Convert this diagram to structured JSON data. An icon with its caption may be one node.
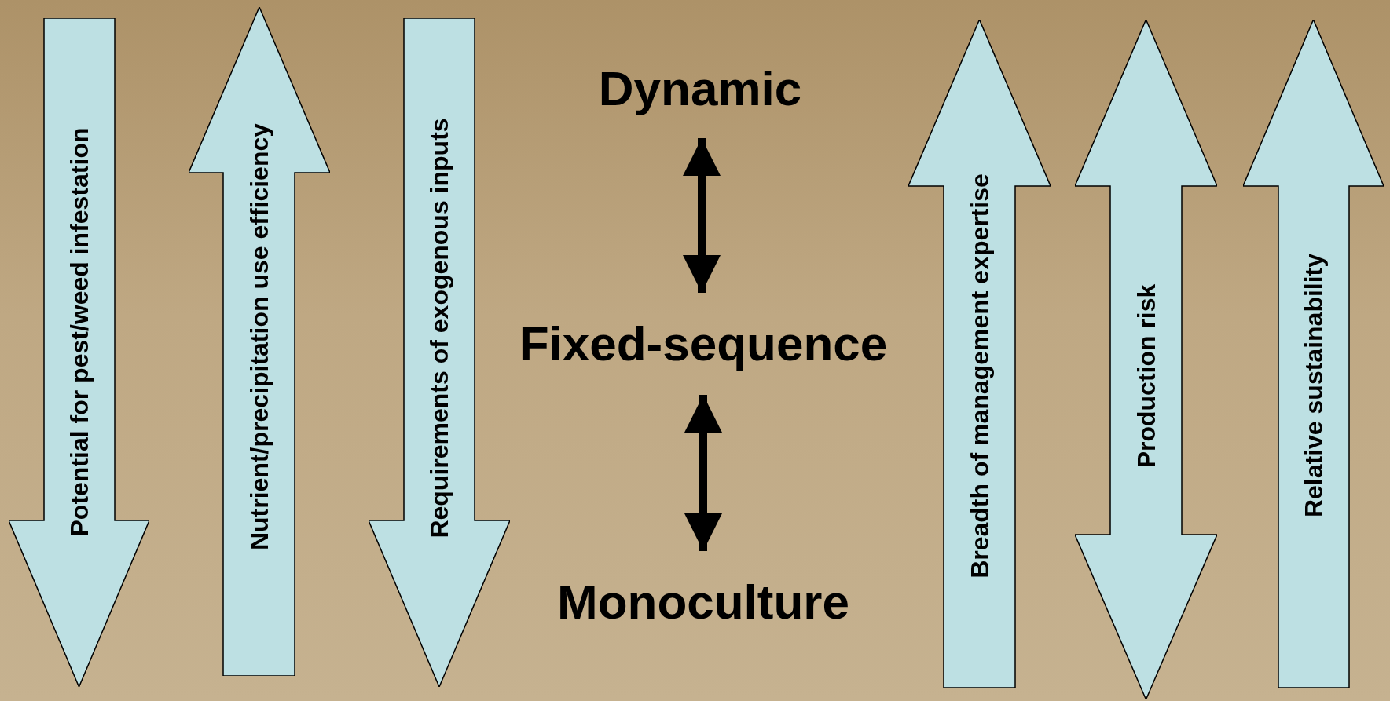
{
  "diagram": {
    "nodes": [
      {
        "text": [
          "Potential for pest/weed infestation"
        ]
      },
      {
        "text": [
          "Nutrient/precipitation use efficiency"
        ]
      },
      {
        "text": [
          "Requirements of exogenous inputs"
        ]
      },
      {
        "text": [
          "Dynamic"
        ]
      },
      {
        "text": [
          "Fixed-sequence"
        ]
      },
      {
        "text": [
          "Monoculture"
        ]
      },
      {
        "text": [
          "Breadth of management expertise"
        ]
      },
      {
        "text": [
          "Production risk"
        ]
      },
      {
        "text": [
          "Relative sustainability"
        ]
      }
    ],
    "edges": [
      {
        "from": 3,
        "to": 4,
        "arrow": "both"
      },
      {
        "from": 4,
        "to": 5,
        "arrow": "both"
      }
    ]
  }
}
